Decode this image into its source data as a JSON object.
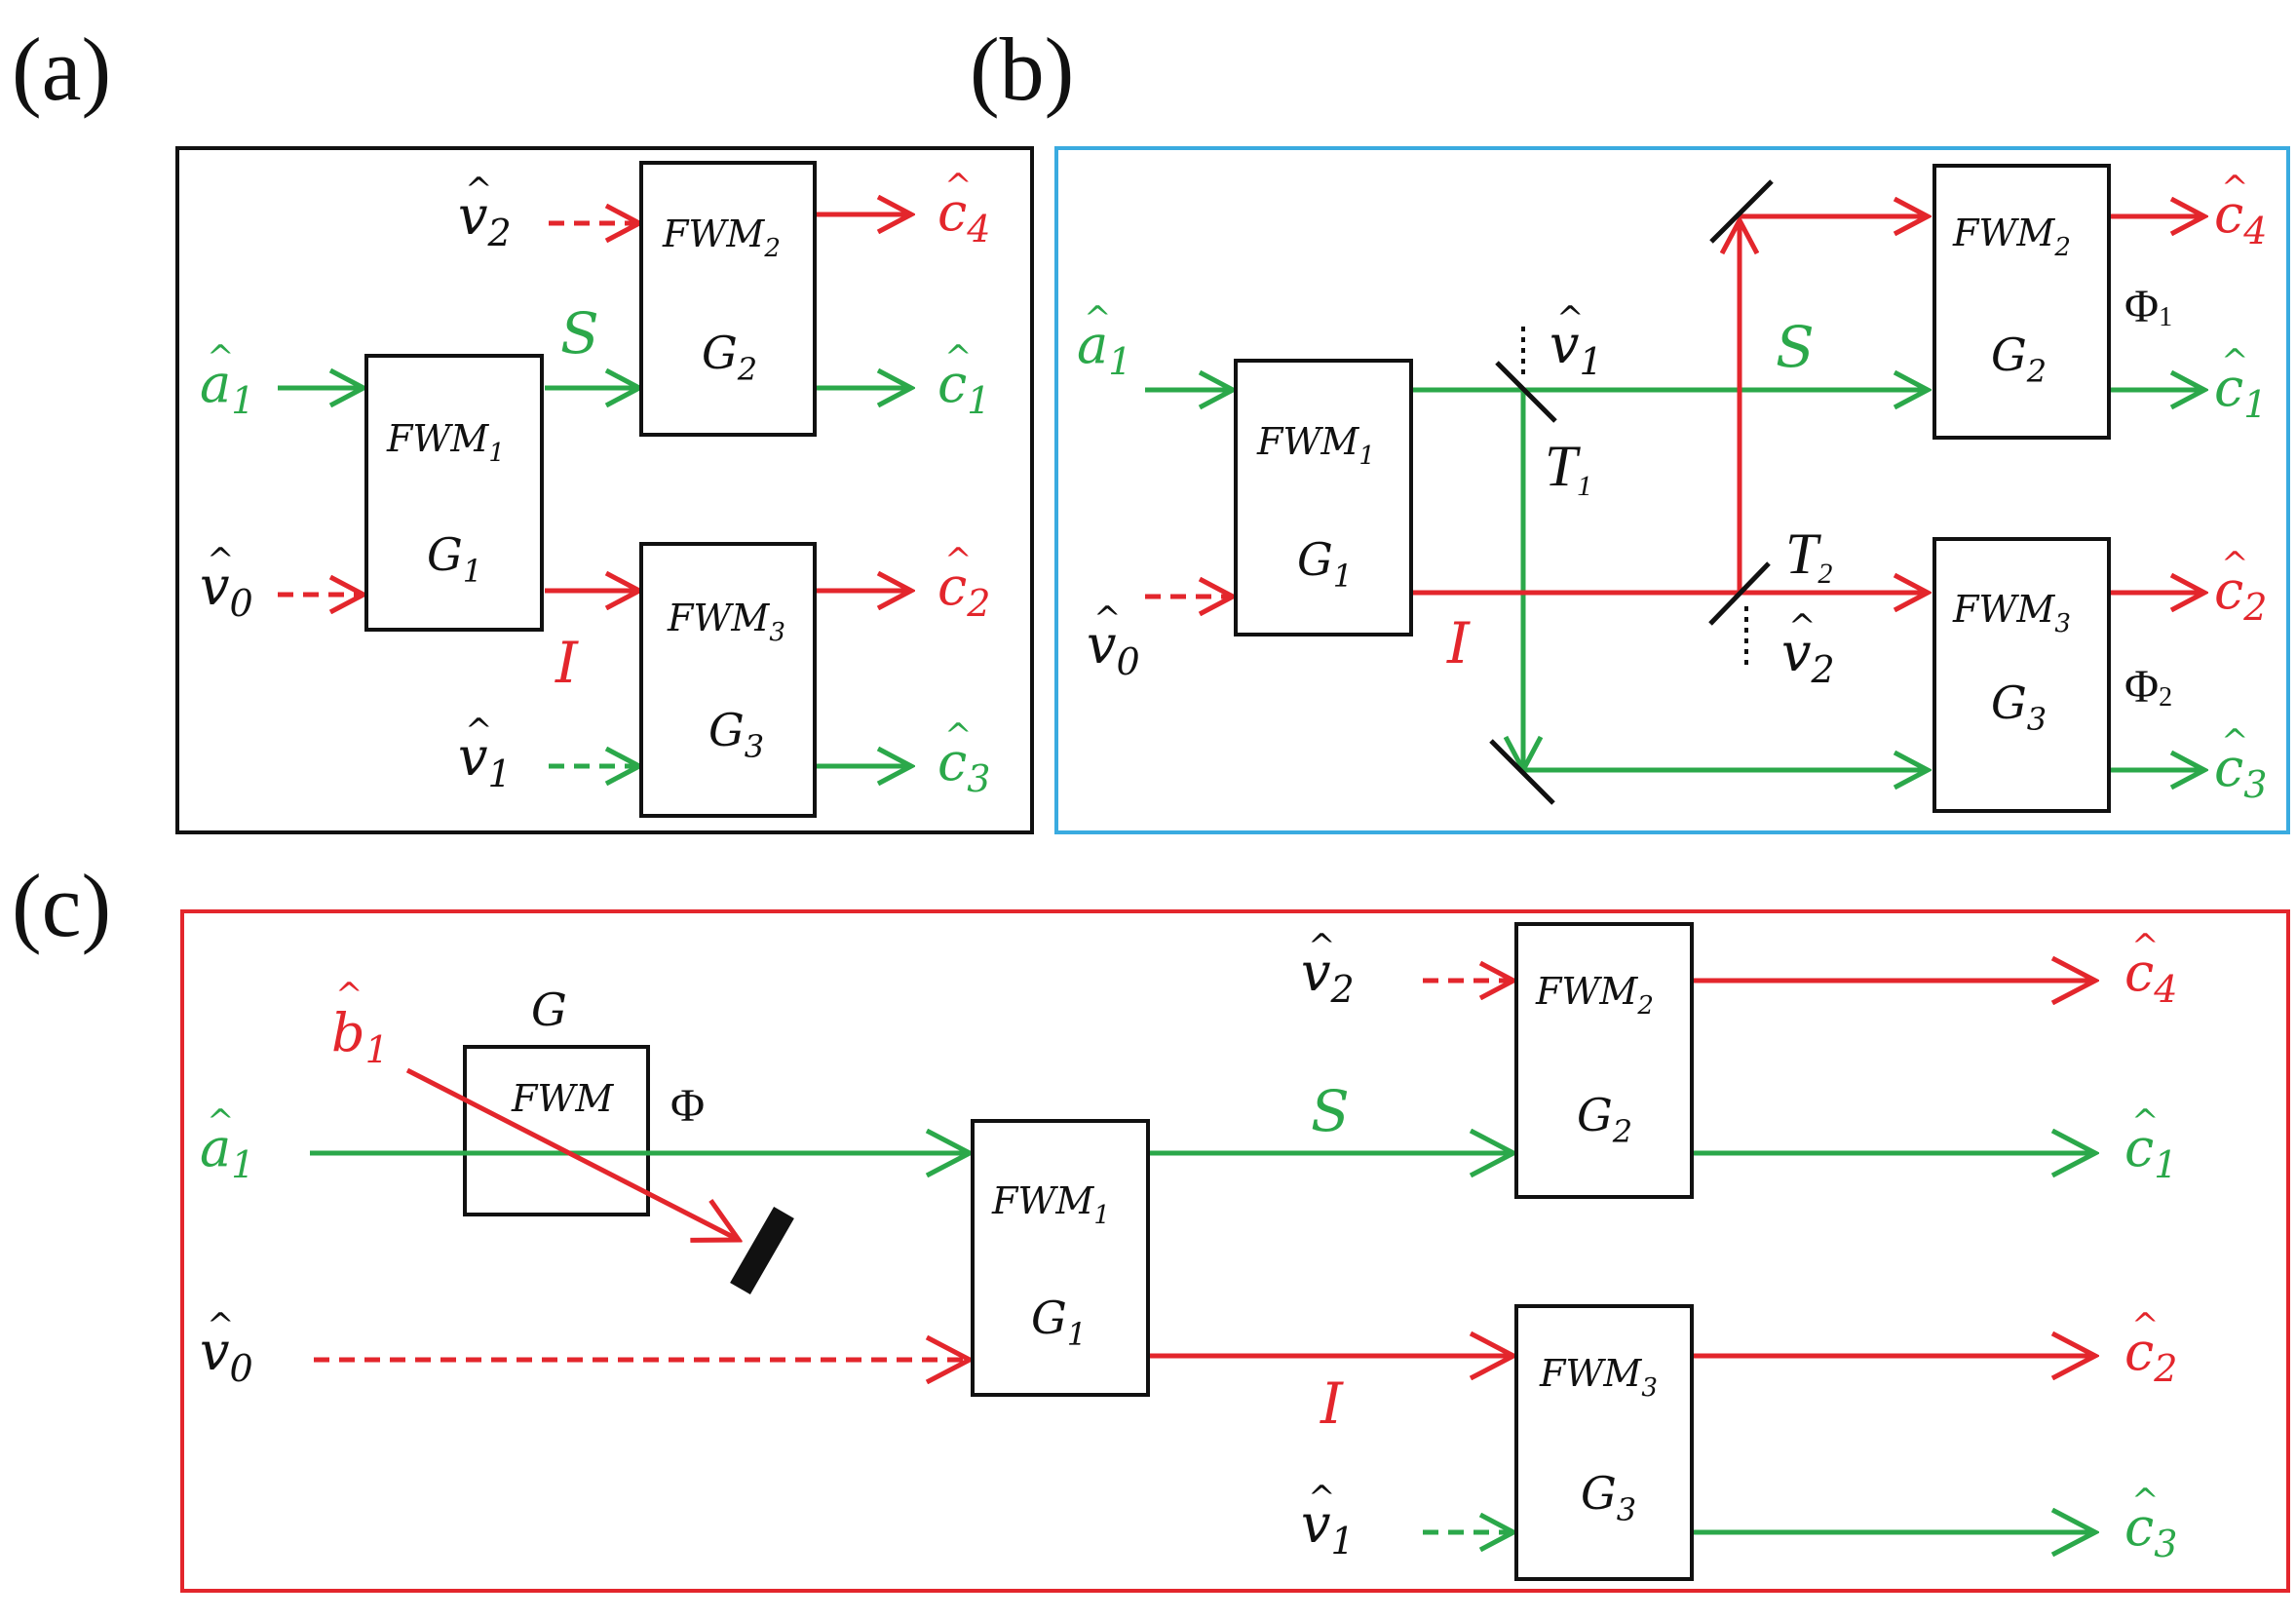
{
  "panels": {
    "a": {
      "label": "(a)",
      "frame_color": "#111111",
      "boxes": {
        "fwm1": {
          "name": "FWM",
          "sub": "1",
          "gain": "G",
          "gain_sub": "1"
        },
        "fwm2": {
          "name": "FWM",
          "sub": "2",
          "gain": "G",
          "gain_sub": "2"
        },
        "fwm3": {
          "name": "FWM",
          "sub": "3",
          "gain": "G",
          "gain_sub": "3"
        }
      },
      "inputs": {
        "a1": {
          "base": "a",
          "sub": "1"
        },
        "v0": {
          "base": "v",
          "sub": "0"
        },
        "v1": {
          "base": "v",
          "sub": "1"
        },
        "v2": {
          "base": "v",
          "sub": "2"
        }
      },
      "outputs": {
        "c1": {
          "base": "c",
          "sub": "1"
        },
        "c2": {
          "base": "c",
          "sub": "2"
        },
        "c3": {
          "base": "c",
          "sub": "3"
        },
        "c4": {
          "base": "c",
          "sub": "4"
        }
      },
      "signal_label": "S",
      "idler_label": "I"
    },
    "b": {
      "label": "(b)",
      "frame_color": "#3aabe0",
      "boxes": {
        "fwm1": {
          "name": "FWM",
          "sub": "1",
          "gain": "G",
          "gain_sub": "1"
        },
        "fwm2": {
          "name": "FWM",
          "sub": "2",
          "gain": "G",
          "gain_sub": "2"
        },
        "fwm3": {
          "name": "FWM",
          "sub": "3",
          "gain": "G",
          "gain_sub": "3"
        }
      },
      "inputs": {
        "a1": {
          "base": "a",
          "sub": "1"
        },
        "v0": {
          "base": "v",
          "sub": "0"
        },
        "v1": {
          "base": "v",
          "sub": "1"
        },
        "v2": {
          "base": "v",
          "sub": "2"
        }
      },
      "outputs": {
        "c1": {
          "base": "c",
          "sub": "1"
        },
        "c2": {
          "base": "c",
          "sub": "2"
        },
        "c3": {
          "base": "c",
          "sub": "3"
        },
        "c4": {
          "base": "c",
          "sub": "4"
        }
      },
      "signal_label": "S",
      "idler_label": "I",
      "beamsplitters": {
        "t1": {
          "base": "T",
          "sub": "1"
        },
        "t2": {
          "base": "T",
          "sub": "2"
        }
      },
      "phases": {
        "phi1": {
          "base": "Φ",
          "sub": "1"
        },
        "phi2": {
          "base": "Φ",
          "sub": "2"
        }
      }
    },
    "c": {
      "label": "(c)",
      "frame_color": "#e3262c",
      "pre_box": {
        "name": "FWM",
        "gain": "G",
        "phase": "Φ"
      },
      "boxes": {
        "fwm1": {
          "name": "FWM",
          "sub": "1",
          "gain": "G",
          "gain_sub": "1"
        },
        "fwm2": {
          "name": "FWM",
          "sub": "2",
          "gain": "G",
          "gain_sub": "2"
        },
        "fwm3": {
          "name": "FWM",
          "sub": "3",
          "gain": "G",
          "gain_sub": "3"
        }
      },
      "inputs": {
        "b1": {
          "base": "b",
          "sub": "1"
        },
        "a1": {
          "base": "a",
          "sub": "1"
        },
        "v0": {
          "base": "v",
          "sub": "0"
        },
        "v1": {
          "base": "v",
          "sub": "1"
        },
        "v2": {
          "base": "v",
          "sub": "2"
        }
      },
      "outputs": {
        "c1": {
          "base": "c",
          "sub": "1"
        },
        "c2": {
          "base": "c",
          "sub": "2"
        },
        "c3": {
          "base": "c",
          "sub": "3"
        },
        "c4": {
          "base": "c",
          "sub": "4"
        }
      },
      "signal_label": "S",
      "idler_label": "I"
    }
  },
  "colors": {
    "signal": "#2ba84a",
    "idler": "#e3262c",
    "text": "#111111"
  }
}
